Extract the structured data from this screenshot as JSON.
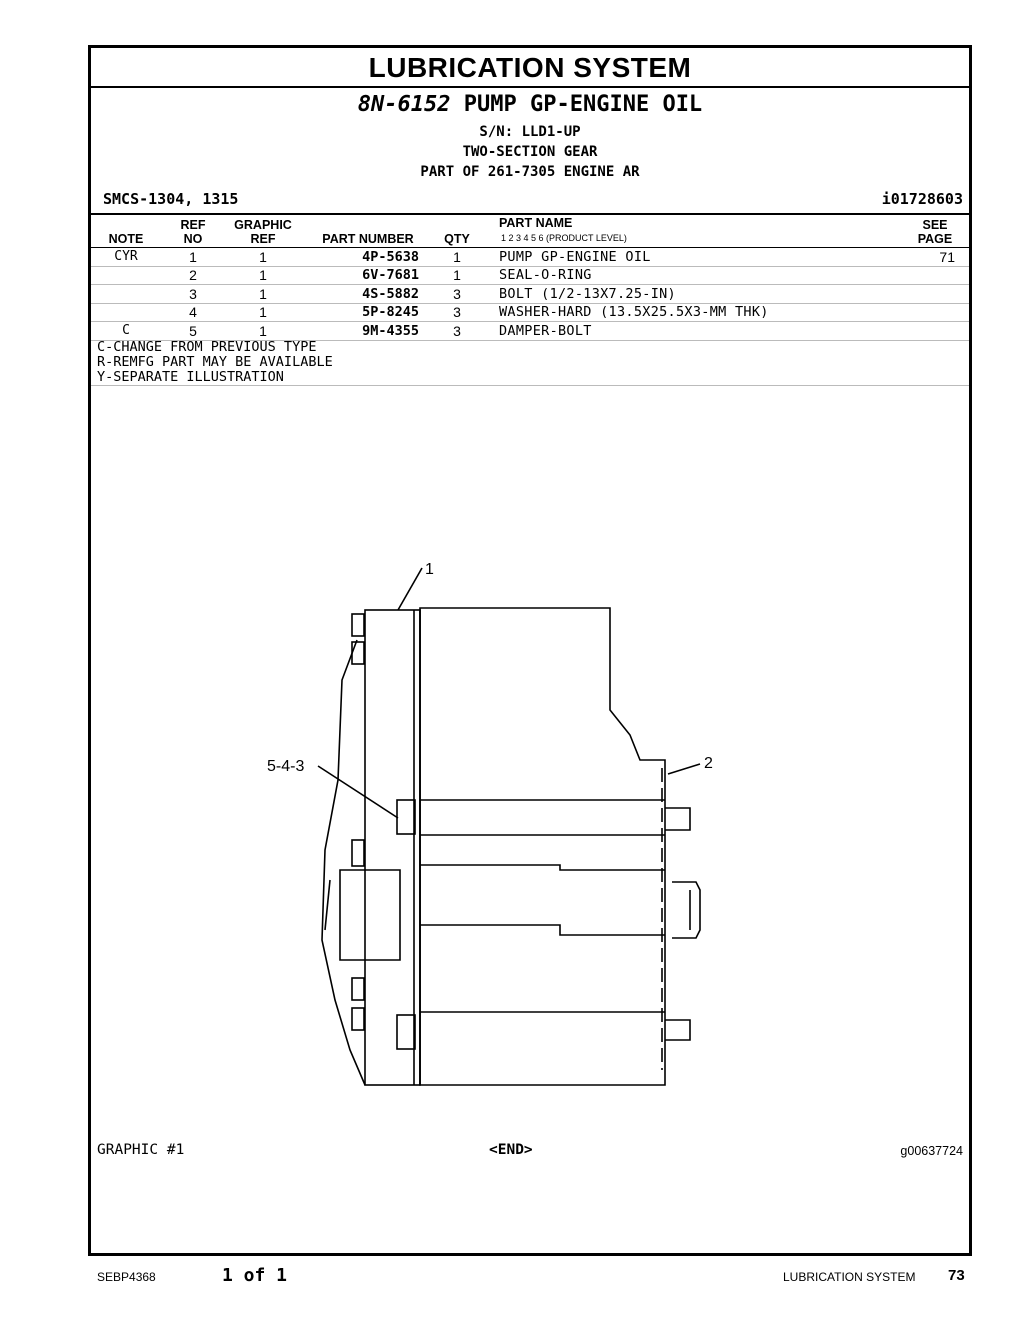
{
  "section_title": "LUBRICATION SYSTEM",
  "part": {
    "number": "8N-6152",
    "name": "PUMP GP-ENGINE OIL",
    "serial": "S/N: LLD1-UP",
    "desc": "TWO-SECTION GEAR",
    "part_of": "PART OF 261-7305 ENGINE AR"
  },
  "smcs": "SMCS-1304, 1315",
  "ident": "i01728603",
  "columns": {
    "note": "NOTE",
    "ref_top": "REF",
    "ref_bottom": "NO",
    "graphic_top": "GRAPHIC",
    "graphic_bottom": "REF",
    "part_number": "PART NUMBER",
    "qty": "QTY",
    "part_name": "PART NAME",
    "levels": "1   2   3   4   5   6   (PRODUCT LEVEL)",
    "see_top": "SEE",
    "see_bottom": "PAGE"
  },
  "rows": [
    {
      "note": "CYR",
      "ref": "1",
      "graphic": "1",
      "pn": "4P-5638",
      "qty": "1",
      "name": "PUMP GP-ENGINE OIL",
      "see": "71"
    },
    {
      "note": "",
      "ref": "2",
      "graphic": "1",
      "pn": "6V-7681",
      "qty": "1",
      "name": "SEAL-O-RING",
      "see": ""
    },
    {
      "note": "",
      "ref": "3",
      "graphic": "1",
      "pn": "4S-5882",
      "qty": "3",
      "name": "BOLT (1/2-13X7.25-IN)",
      "see": ""
    },
    {
      "note": "",
      "ref": "4",
      "graphic": "1",
      "pn": "5P-8245",
      "qty": "3",
      "name": "WASHER-HARD (13.5X25.5X3-MM THK)",
      "see": ""
    },
    {
      "note": "C",
      "ref": "5",
      "graphic": "1",
      "pn": "9M-4355",
      "qty": "3",
      "name": "DAMPER-BOLT",
      "see": ""
    }
  ],
  "legend": [
    "C-CHANGE FROM PREVIOUS TYPE",
    "R-REMFG PART MAY BE AVAILABLE",
    "Y-SEPARATE ILLUSTRATION"
  ],
  "callouts": {
    "c1": "1",
    "c2": "2",
    "c3": "5-4-3"
  },
  "graphic_label": "GRAPHIC #1",
  "end_mark": "<END>",
  "graphic_id": "g00637724",
  "footer": {
    "doc": "SEBP4368",
    "pages": "1 of 1",
    "section": "LUBRICATION SYSTEM",
    "page_num": "73"
  }
}
